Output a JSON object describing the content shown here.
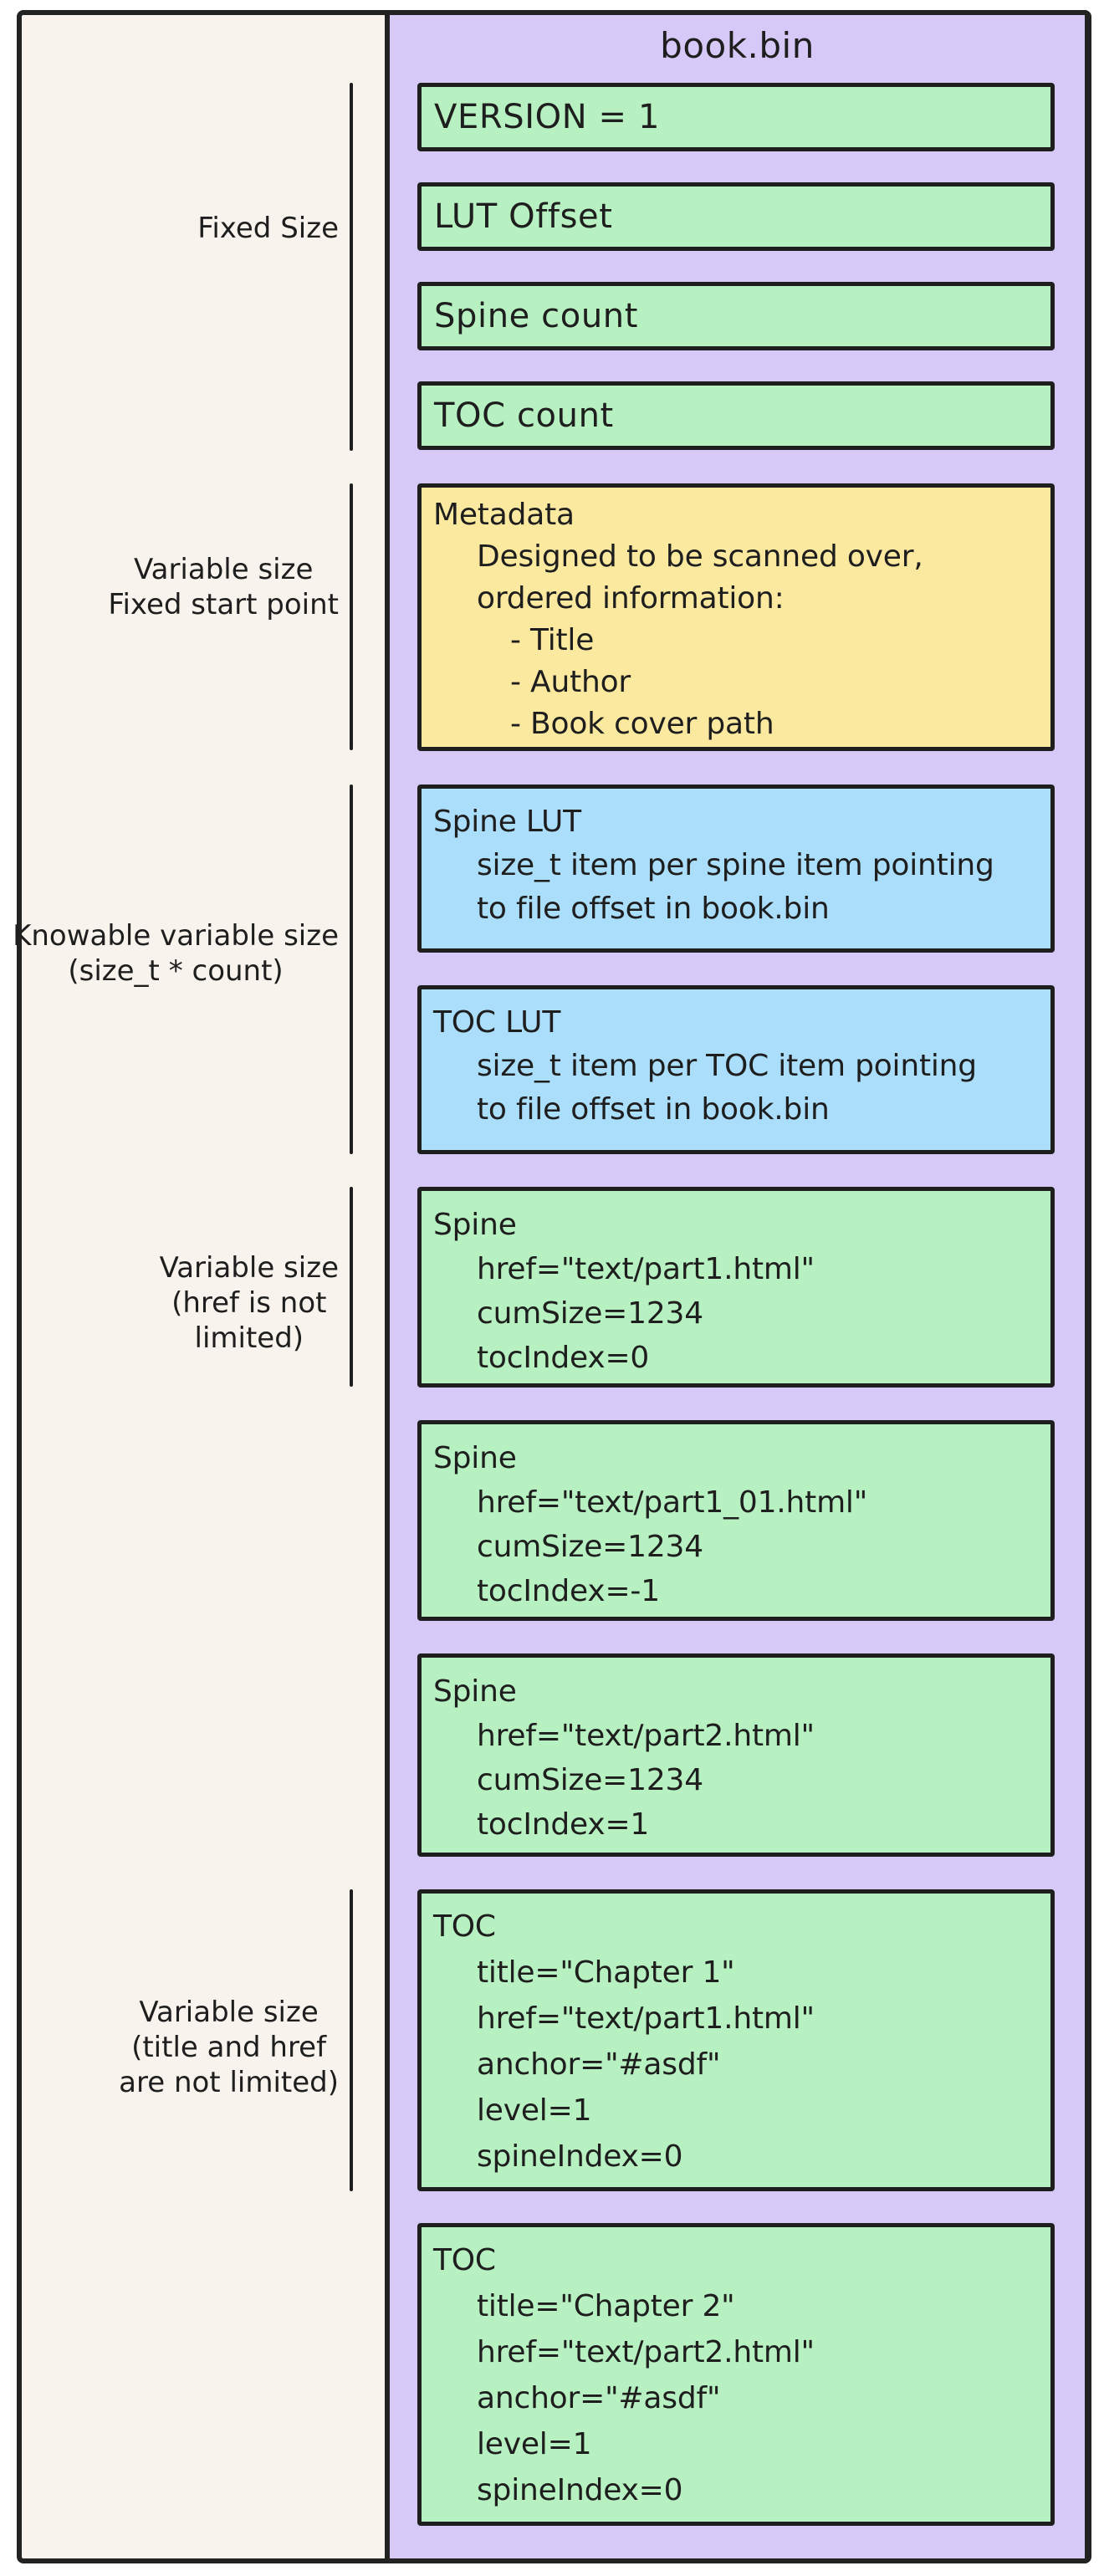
{
  "diagram": {
    "title": "book.bin",
    "side_labels": [
      {
        "lines": [
          "Fixed Size"
        ]
      },
      {
        "lines": [
          "Variable size",
          "Fixed start point"
        ]
      },
      {
        "lines": [
          "Knowable variable size",
          "(size_t * count)"
        ]
      },
      {
        "lines": [
          "Variable size",
          "(href is not",
          "limited)"
        ]
      },
      {
        "lines": [
          "Variable size",
          "(title and href",
          "are not limited)"
        ]
      }
    ],
    "blocks": {
      "version": {
        "label": "VERSION = 1"
      },
      "lut_offset": {
        "label": "LUT Offset"
      },
      "spine_count": {
        "label": "Spine count"
      },
      "toc_count": {
        "label": "TOC count"
      },
      "metadata": {
        "title": "Metadata",
        "lines": [
          "Designed to be scanned over,",
          "ordered information:",
          "- Title",
          "- Author",
          "- Book cover path"
        ]
      },
      "spine_lut": {
        "title": "Spine LUT",
        "lines": [
          "size_t item per spine item pointing",
          "to file offset in book.bin"
        ]
      },
      "toc_lut": {
        "title": "TOC LUT",
        "lines": [
          "size_t item per TOC item pointing",
          "to file offset in book.bin"
        ]
      },
      "spine_1": {
        "title": "Spine",
        "lines": [
          "href=\"text/part1.html\"",
          "cumSize=1234",
          "tocIndex=0"
        ]
      },
      "spine_2": {
        "title": "Spine",
        "lines": [
          "href=\"text/part1_01.html\"",
          "cumSize=1234",
          "tocIndex=-1"
        ]
      },
      "spine_3": {
        "title": "Spine",
        "lines": [
          "href=\"text/part2.html\"",
          "cumSize=1234",
          "tocIndex=1"
        ]
      },
      "toc_1": {
        "title": "TOC",
        "lines": [
          "title=\"Chapter 1\"",
          "href=\"text/part1.html\"",
          "anchor=\"#asdf\"",
          "level=1",
          "spineIndex=0"
        ]
      },
      "toc_2": {
        "title": "TOC",
        "lines": [
          "title=\"Chapter 2\"",
          "href=\"text/part2.html\"",
          "anchor=\"#asdf\"",
          "level=1",
          "spineIndex=0"
        ]
      }
    },
    "colors": {
      "canvas_cream": "#f8f3ed",
      "panel_purple": "#d6c9f8",
      "field_green": "#b7f1c1",
      "metadata_yellow": "#fbe9a0",
      "lut_blue": "#abdefb",
      "stroke": "#1e1e1e"
    }
  }
}
